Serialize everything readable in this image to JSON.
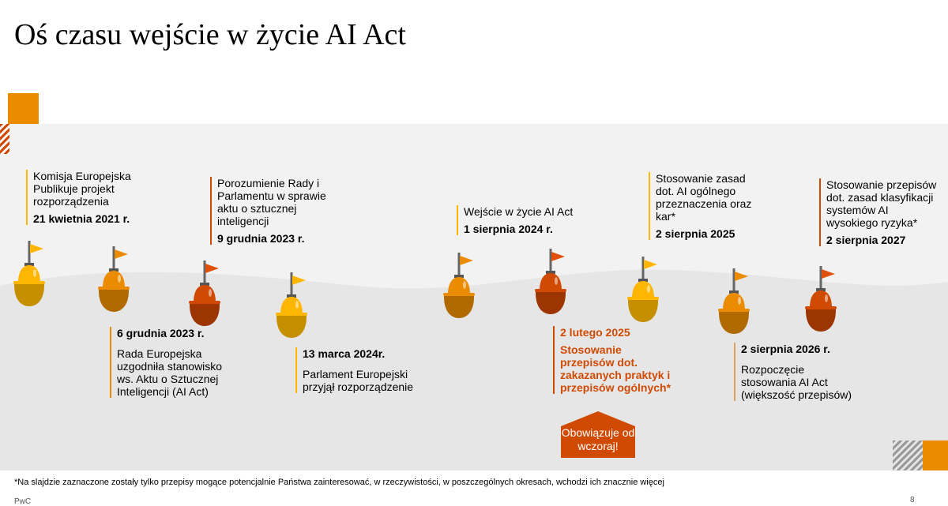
{
  "title": "Oś czasu wejście w życie AI Act",
  "events_top": [
    {
      "text": "Komisja Europejska Publikuje projekt rozporządzenia",
      "date": "21 kwietnia 2021 r."
    },
    {
      "text": "Porozumienie Rady i Parlamentu w sprawie aktu o sztucznej inteligencji",
      "date": "9 grudnia 2023 r."
    },
    {
      "text": "Wejście w życie AI Act",
      "date": "1 sierpnia 2024 r."
    },
    {
      "text": "Stosowanie zasad dot. AI ogólnego przeznaczenia oraz kar*",
      "date": "2 sierpnia 2025"
    },
    {
      "text": "Stosowanie przepisów dot. zasad klasyfikacji systemów AI wysokiego ryzyka*",
      "date": "2 sierpnia 2027"
    }
  ],
  "events_bottom": [
    {
      "date": "6 grudnia 2023 r.",
      "text": "Rada Europejska uzgodniła stanowisko ws. Aktu o Sztucznej Inteligencji (AI Act)"
    },
    {
      "date": "13 marca 2024r.",
      "text": "Parlament Europejski przyjął rozporządzenie"
    },
    {
      "date": "2 lutego 2025",
      "text": "Stosowanie przepisów dot. zakazanych praktyk i przepisów ogólnych*"
    },
    {
      "date": "2 sierpnia 2026 r.",
      "text": "Rozpoczęcie stosowania AI Act (większość przepisów)"
    }
  ],
  "badge": "Obowiązuje od wczoraj!",
  "footnote": "*Na slajdzie zaznaczone zostały tylko przepisy mogące potencjalnie Państwa zainteresować, w rzeczywistości, w poszczególnych okresach, wchodzi ich znacznie więcej",
  "logo": "PwC",
  "page": "8",
  "colors": {
    "yellow": "#ffb600",
    "orange": "#eb8c00",
    "red": "#d04a02"
  }
}
